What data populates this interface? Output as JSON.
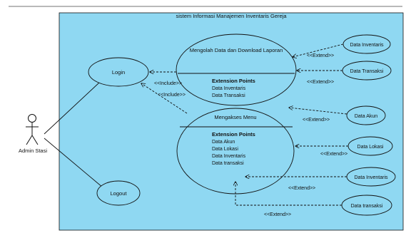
{
  "system": {
    "title": "sistem Informasi Manajemen Inventaris Gereja"
  },
  "actor": {
    "name": "Admin Stasi"
  },
  "use_cases": {
    "login": "Login",
    "logout": "Logout",
    "laporan": {
      "name": "Mengolah Data dan Download Laporan",
      "ext_title": "Extension Points",
      "points": [
        "Data Inventaris",
        "Data Transaksi"
      ]
    },
    "menu": {
      "name": "Mengakses Menu",
      "ext_title": "Extension Points",
      "points": [
        "Data Akun",
        "Data  Lokasi",
        "Data Inventaris",
        "Data transaksi"
      ]
    },
    "ext_inventaris_1": "Data Inventaris",
    "ext_transaksi_1": "Data Transaksi",
    "ext_akun": "Data Akun",
    "ext_lokasi": "Data  Lokasi",
    "ext_inventaris_2": "Data Inventaris",
    "ext_transaksi_2": "Data transaksi"
  },
  "stereotypes": {
    "include": "<<Include>>",
    "include_alt": "<<Include>>",
    "extend": "<<Extend>>",
    "extend_alt": "<<Extend>>"
  },
  "colors": {
    "boundary_fill": "#8fd8f2",
    "outline": "#111111"
  }
}
